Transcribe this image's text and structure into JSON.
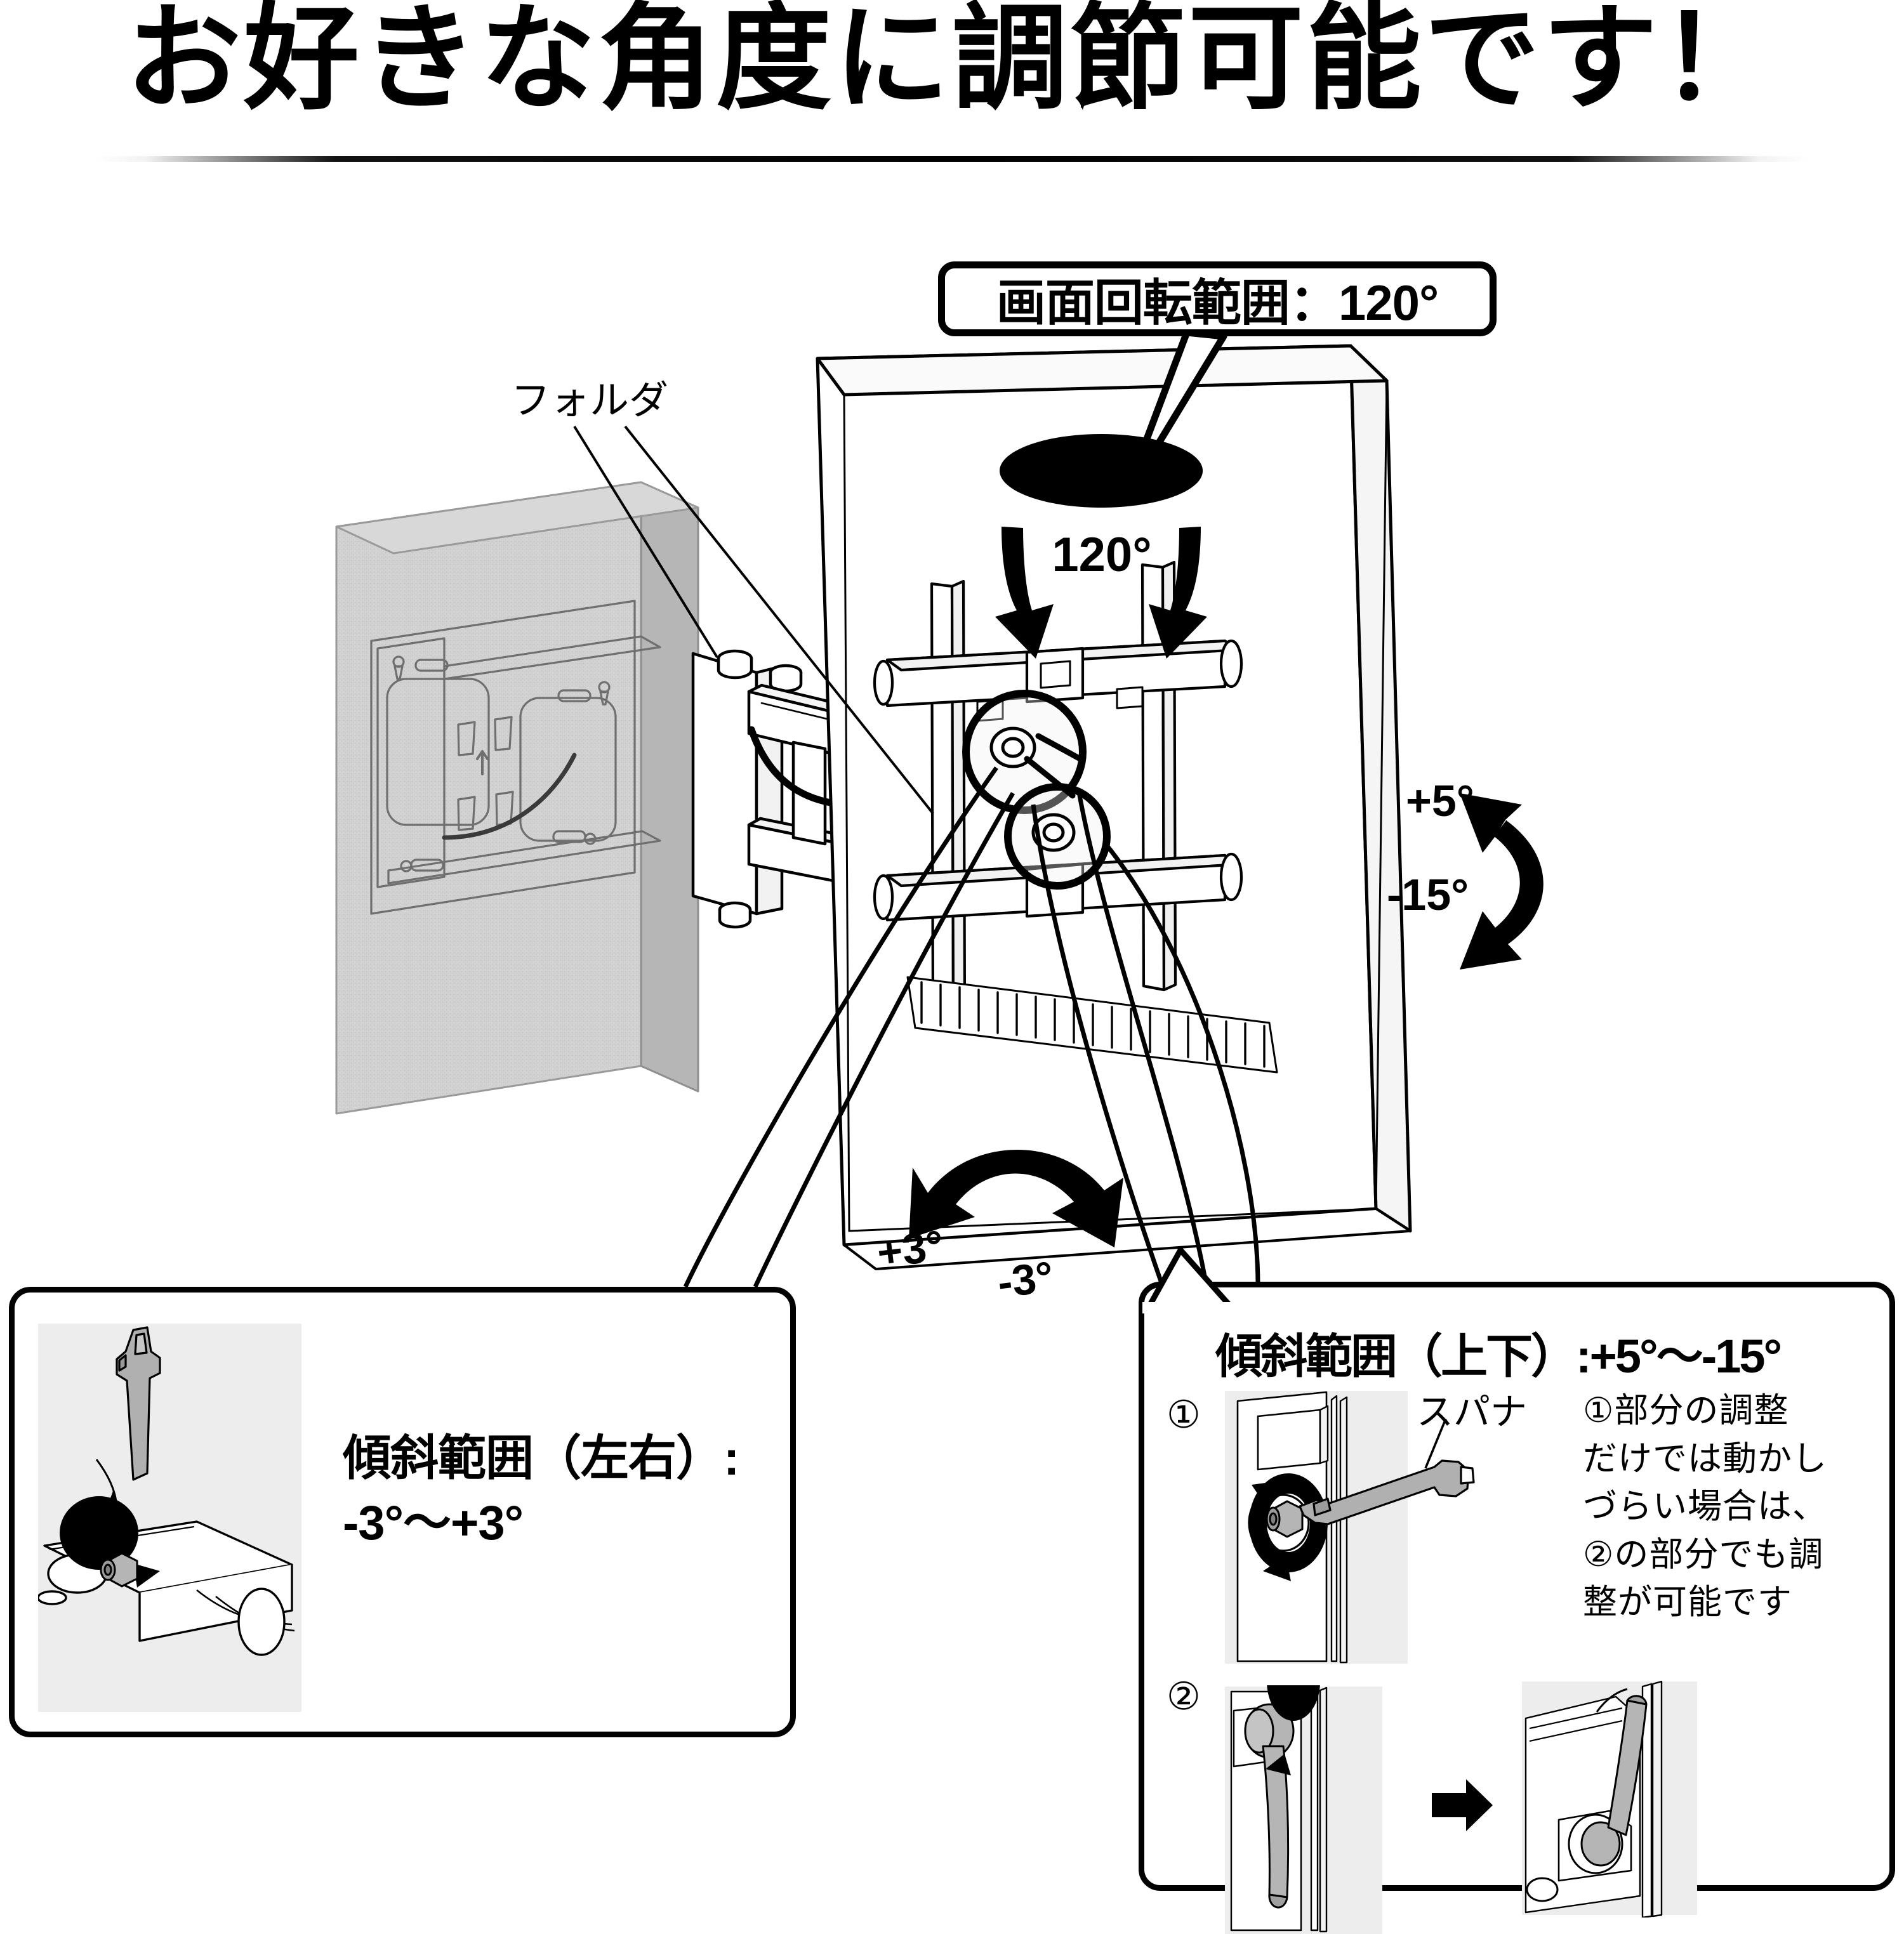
{
  "title": "お好きな角度に調節可能です！",
  "callout_rotation": {
    "text": "画面回転範囲：120°",
    "arrow_label": "120°"
  },
  "labels": {
    "folder": "フォルダ",
    "tilt_up": "+5°",
    "tilt_down": "-15°",
    "swivel_plus": "+3°",
    "swivel_minus": "-3°"
  },
  "panel_left_right": {
    "title_line1": "傾斜範囲（左右）:",
    "title_line2": "-3°〜+3°"
  },
  "panel_up_down": {
    "title": "傾斜範囲（上下）:+5°〜-15°",
    "step1_badge": "①",
    "step2_badge": "②",
    "spanner_label": "スパナ",
    "body_lines": [
      "①部分の調整",
      "だけでは動かし",
      "づらい場合は、",
      "②の部分でも調",
      "整が可能です"
    ]
  },
  "colors": {
    "ink": "#000000",
    "wall_grey": "#c9c9c9",
    "metal_grey": "#a8a8a8",
    "photo_tint": "#ededed"
  }
}
